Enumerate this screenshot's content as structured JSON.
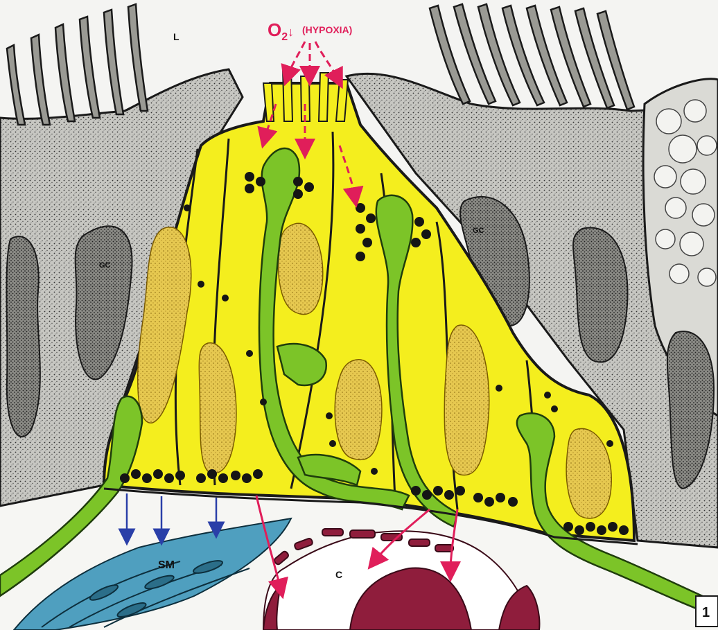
{
  "labels": {
    "oxygen": "O",
    "oxygen_sub": "2",
    "oxygen_arrow": "↓",
    "hypoxia": "(HYPOXIA)",
    "lumen": "L",
    "goblet_left": "GC",
    "goblet_right": "GC",
    "smooth_muscle": "SM",
    "capillary": "C",
    "figure_number": "1"
  },
  "colors": {
    "background": "#f4f4f2",
    "epithelium": "#b9b9b4",
    "epithelium_dark": "#5a5a55",
    "neuroendocrine_cell": "#f4ee1e",
    "nucleus": "#e2c64a",
    "nerve": "#7cc428",
    "nerve_dark": "#1f3d0c",
    "granule": "#151515",
    "smooth_muscle": "#4f9fbf",
    "capillary": "#8f1d3c",
    "arrow_red": "#e01e5a",
    "arrow_blue": "#2a3fa8",
    "outline": "#1a1a1a"
  }
}
